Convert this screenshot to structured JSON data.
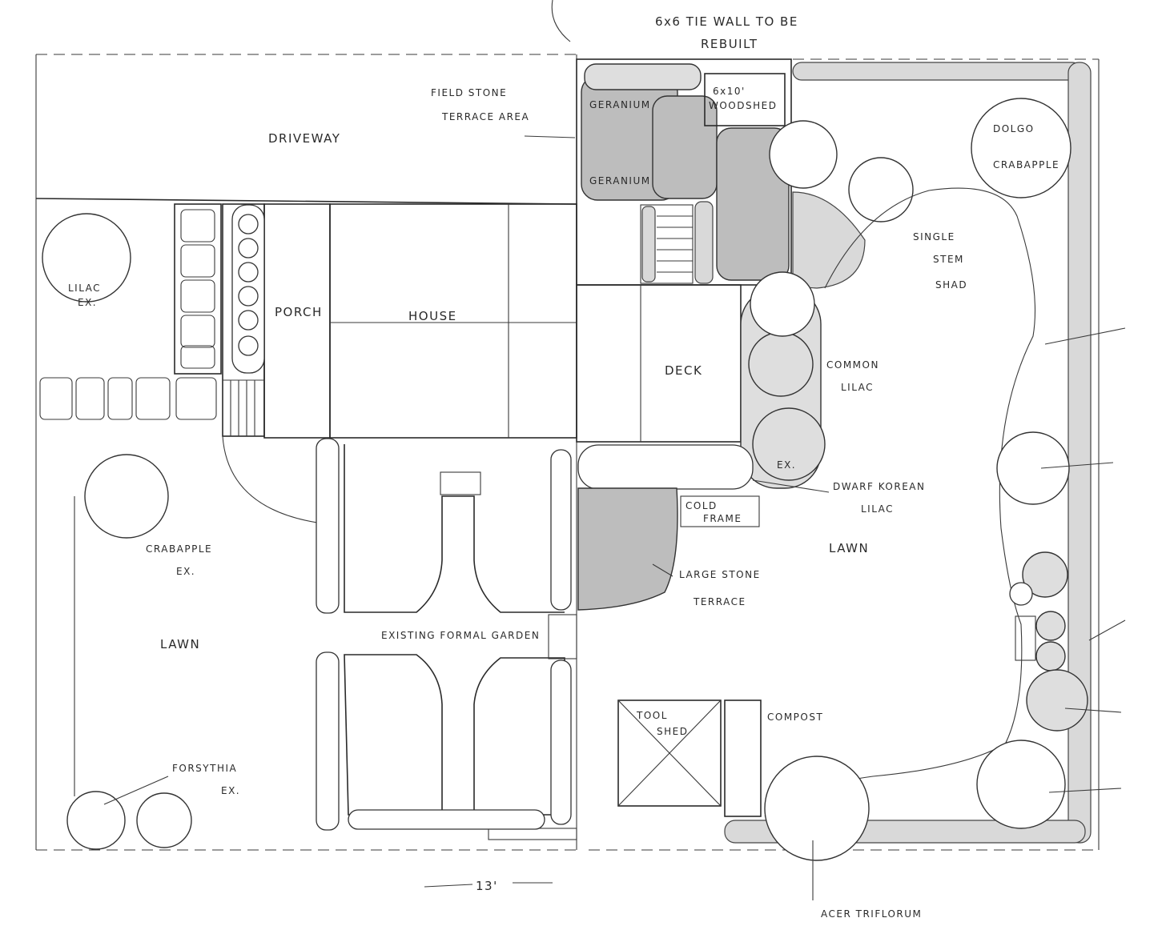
{
  "labels": {
    "tie_wall_1": "6x6 TIE WALL TO BE",
    "tie_wall_2": "REBUILT",
    "field_stone_1": "FIELD STONE",
    "field_stone_2": "TERRACE AREA",
    "driveway": "DRIVEWAY",
    "woodshed_1": "6x10'",
    "woodshed_2": "WOODSHED",
    "geranium_top": "GERANIUM",
    "geranium_bottom": "GERANIUM",
    "dolgo_1": "DOLGO",
    "dolgo_2": "CRABAPPLE",
    "single_stem_1": "SINGLE",
    "single_stem_2": "STEM",
    "single_stem_3": "SHAD",
    "lilac_ex_1": "LILAC",
    "lilac_ex_2": "EX.",
    "porch": "PORCH",
    "house": "HOUSE",
    "deck": "DECK",
    "common_lilac_1": "COMMON",
    "common_lilac_2": "LILAC",
    "ex": "EX.",
    "dwarf_korean_1": "DWARF KOREAN",
    "dwarf_korean_2": "LILAC",
    "cold_frame_1": "COLD",
    "cold_frame_2": "FRAME",
    "lawn_right": "LAWN",
    "crabapple_1": "CRABAPPLE",
    "crabapple_2": "EX.",
    "large_stone_1": "LARGE STONE",
    "large_stone_2": "TERRACE",
    "lawn_left": "LAWN",
    "formal_garden": "EXISTING  FORMAL GARDEN",
    "tool_shed_1": "TOOL",
    "tool_shed_2": "SHED",
    "compost": "COMPOST",
    "forsythia_1": "FORSYTHIA",
    "forsythia_2": "EX.",
    "dimension": "13'",
    "acer": "ACER TRIFLORUM"
  }
}
